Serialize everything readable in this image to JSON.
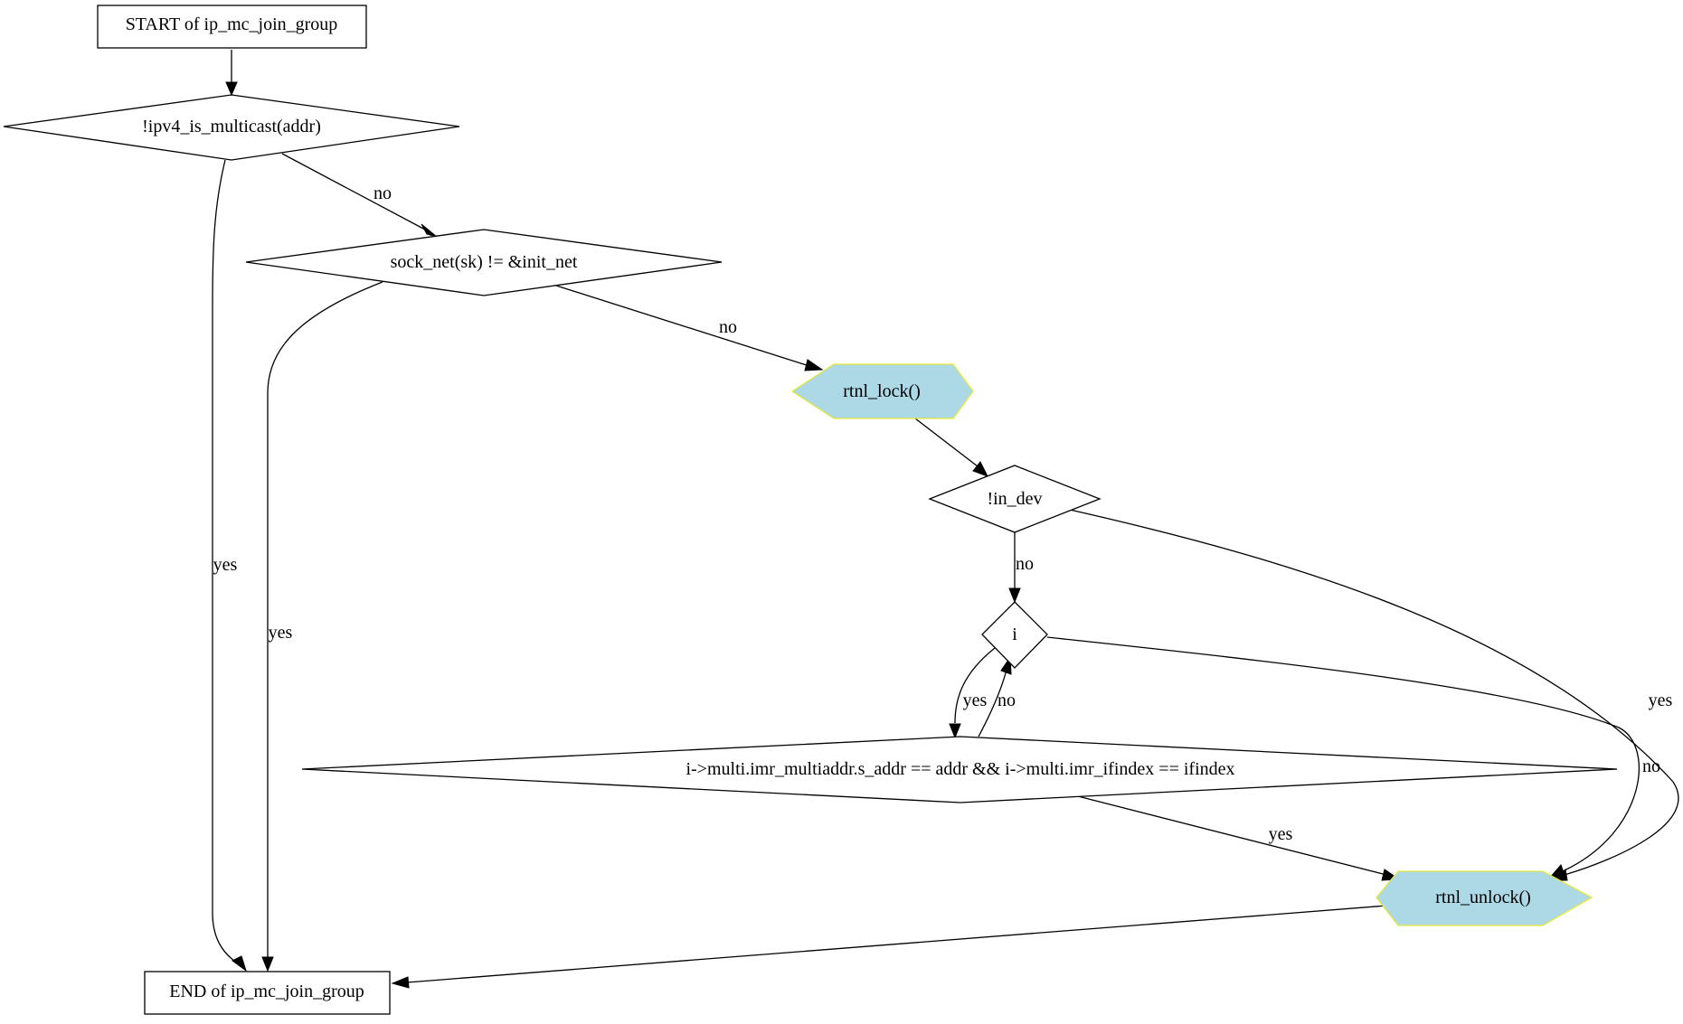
{
  "colors": {
    "background": "#ffffff",
    "stroke": "#000000",
    "highlight_fill": "#add8e6",
    "highlight_stroke": "#e8e83a"
  },
  "nodes": {
    "start": "START of ip_mc_join_group",
    "is_multicast": "!ipv4_is_multicast(addr)",
    "sock_net": "sock_net(sk) != &init_net",
    "rtnl_lock": "rtnl_lock()",
    "in_dev": "!in_dev",
    "i_check": "i",
    "multi_cmp": "i->multi.imr_multiaddr.s_addr == addr && i->multi.imr_ifindex == ifindex",
    "rtnl_unlock": "rtnl_unlock()",
    "end": "END of ip_mc_join_group"
  },
  "edges": {
    "multicast_no": "no",
    "multicast_yes": "yes",
    "socknet_no": "no",
    "socknet_yes": "yes",
    "indev_no": "no",
    "indev_yes": "yes",
    "i_yes": "yes",
    "i_no": "no",
    "cmp_no": "no",
    "cmp_yes": "yes"
  }
}
